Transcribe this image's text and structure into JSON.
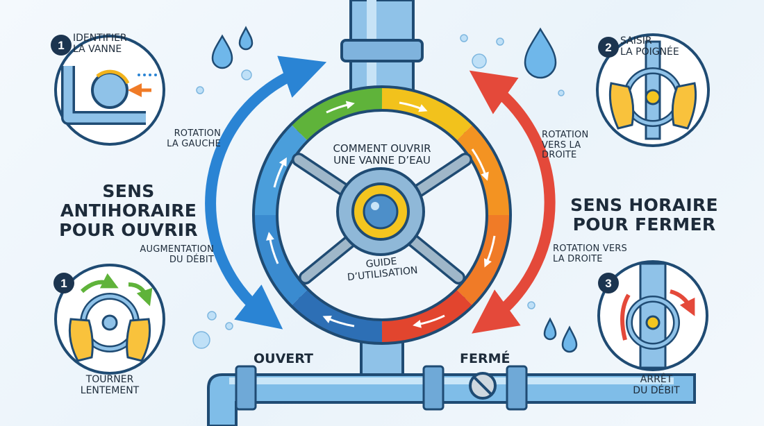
{
  "center": {
    "title_line1": "Comment ouvrir",
    "title_line2": "une vanne d’eau",
    "subtitle_line1": "Guide",
    "subtitle_line2": "d’utilisation"
  },
  "left": {
    "heading_line1": "Sens",
    "heading_line2": "antihoraire",
    "heading_line3": "pour ouvrir",
    "rotation_line1": "Rotation",
    "rotation_line2": "la gauche",
    "increase_line1": "Augmentation",
    "increase_line2": "du débit",
    "state_label": "Ouvert"
  },
  "right": {
    "heading_line1": "Sens horaire",
    "heading_line2": "pour fermer",
    "rotation_line1": "Rotation",
    "rotation_line2": "vers la",
    "rotation_line3": "droite",
    "rotation2_line1": "Rotation vers",
    "rotation2_line2": "la droite",
    "state_label": "Fermé"
  },
  "steps": [
    {
      "number": "1",
      "line1": "Identifier",
      "line2": "la vanne"
    },
    {
      "number": "2",
      "line1": "Saisir",
      "line2": "la poignée"
    },
    {
      "number": "1",
      "line1": "Tourner",
      "line2": "lentement"
    },
    {
      "number": "3",
      "line1": "Arrêt",
      "line2": "du débit"
    }
  ],
  "colors": {
    "ring_blue": "#2f7fc8",
    "ring_green": "#5fb33a",
    "ring_yellow": "#f2c21c",
    "ring_orange": "#f39322",
    "ring_red": "#e2452e",
    "pipe": "#7fb7e3",
    "arrow_blue": "#2a84d4",
    "arrow_red": "#e4493a"
  },
  "icons": {
    "drop": "water-drop-icon",
    "hand": "hand-icon",
    "valve": "valve-wheel-icon",
    "stop": "stop-icon"
  }
}
